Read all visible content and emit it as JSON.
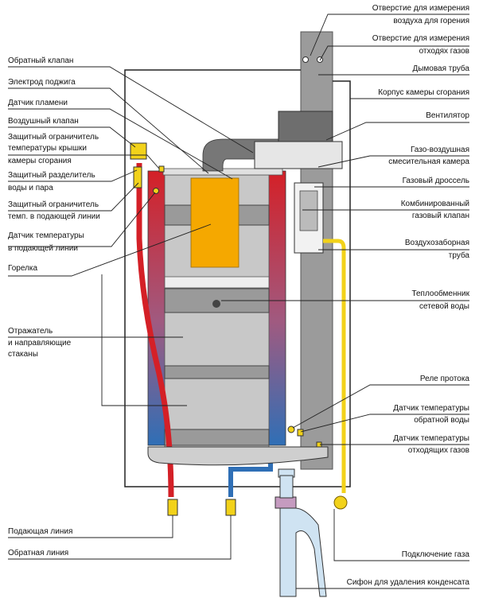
{
  "colors": {
    "supply": "#d42027",
    "return": "#2f6fb6",
    "gas": "#f2d21a",
    "burner": "#f5a800",
    "flue": "#9b9b9b",
    "condensate": "#cfe3f2"
  },
  "left_labels": [
    "Обратный клапан",
    "Электрод поджига",
    "Датчик пламени",
    "Воздушный клапан",
    "Защитный ограничитель",
    "температуры крышки",
    "камеры сгорания",
    "Защитный разделитель",
    "воды и пара",
    "Защитный ограничитель",
    "темп. в подающей линии",
    "Датчик температуры",
    "в подающей линии",
    "Горелка",
    "Отражатель",
    "и направляющие",
    "стаканы",
    "Подающая линия",
    "Обратная линия"
  ],
  "right_labels": [
    "Отверстие для измерения",
    "воздуха для горения",
    "Отверстие для измерения",
    "отходях газов",
    "Дымовая труба",
    "Корпус камеры сгорания",
    "Вентилятор",
    "Газо-воздушная",
    "смесительная камера",
    "Газовый дроссель",
    "Комбинированный",
    "газовый клапан",
    "Воздухозаборная",
    "труба",
    "Теплообменник",
    "сетевой воды",
    "Реле протока",
    "Датчик температуры",
    "обратной воды",
    "Датчик температуры",
    "отходящих газов",
    "Подключение газа",
    "Сифон для удаления конденсата"
  ]
}
